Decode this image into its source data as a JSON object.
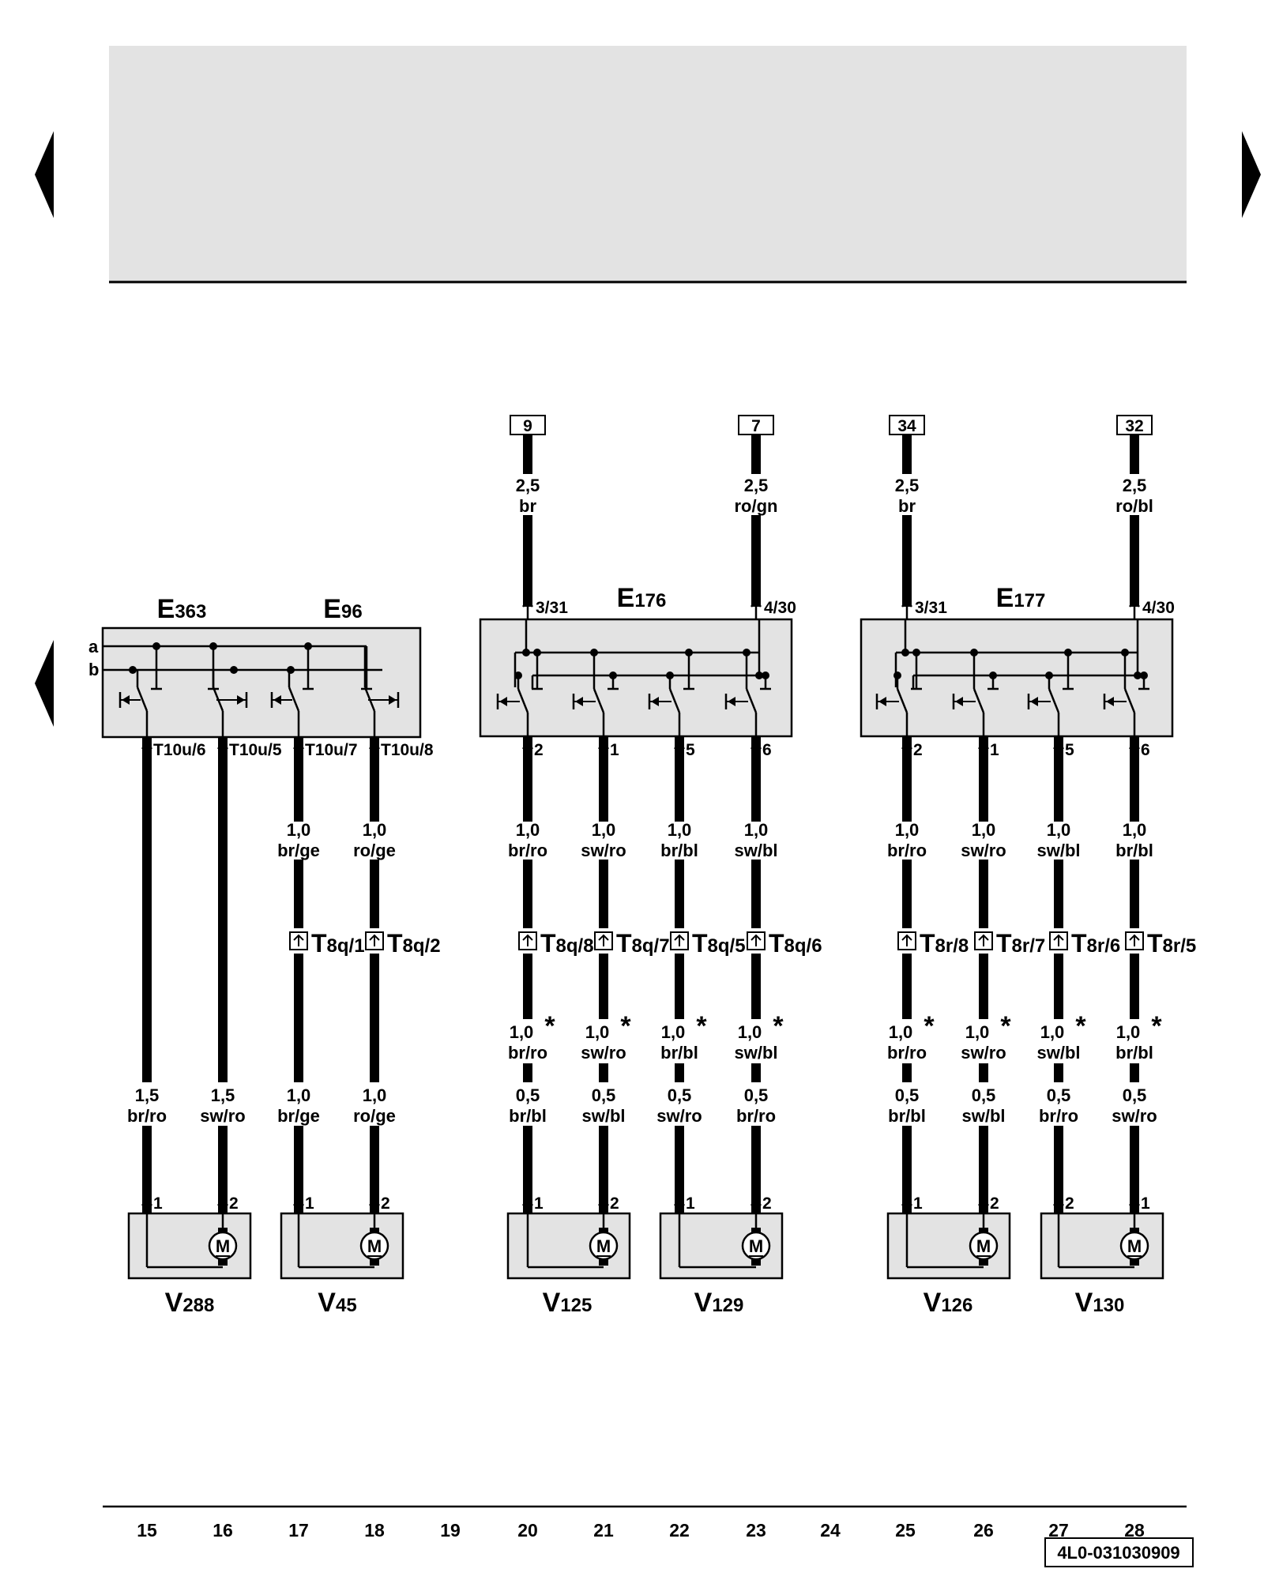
{
  "document_id": "4L0-031030909",
  "column_numbers": [
    "15",
    "16",
    "17",
    "18",
    "19",
    "20",
    "21",
    "22",
    "23",
    "24",
    "25",
    "26",
    "27",
    "28"
  ],
  "bus_labels": [
    "a",
    "b"
  ],
  "refs": [
    "9",
    "7",
    "34",
    "32"
  ],
  "switch_blocks": [
    {
      "id": "E363-E96",
      "labels": [
        {
          "main": "E",
          "sub": "363"
        },
        {
          "main": "E",
          "sub": "96"
        }
      ],
      "bottom_pins": [
        "T10u/6",
        "T10u/5",
        "T10u/7",
        "T10u/8"
      ]
    },
    {
      "id": "E176",
      "labels": [
        {
          "main": "E",
          "sub": "176"
        }
      ],
      "top_pins": [
        "3/31",
        "4/30"
      ],
      "bottom_pins": [
        "2",
        "1",
        "5",
        "6"
      ]
    },
    {
      "id": "E177",
      "labels": [
        {
          "main": "E",
          "sub": "177"
        }
      ],
      "top_pins": [
        "3/31",
        "4/30"
      ],
      "bottom_pins": [
        "2",
        "1",
        "5",
        "6"
      ]
    }
  ],
  "top_wires": [
    {
      "size": "2,5",
      "color": "br"
    },
    {
      "size": "2,5",
      "color": "ro/gn"
    },
    {
      "size": "2,5",
      "color": "br"
    },
    {
      "size": "2,5",
      "color": "ro/bl"
    }
  ],
  "wires": [
    {
      "upper": {
        "size": "1,5",
        "color": "br/ro"
      }
    },
    {
      "upper": {
        "size": "1,5",
        "color": "sw/ro"
      }
    },
    {
      "upper": {
        "size": "1,0",
        "color": "br/ge"
      },
      "connector": {
        "main": "T",
        "sub": "8q/1"
      },
      "lower": {
        "size": "1,0",
        "color": "br/ge"
      }
    },
    {
      "upper": {
        "size": "1,0",
        "color": "ro/ge"
      },
      "connector": {
        "main": "T",
        "sub": "8q/2"
      },
      "lower": {
        "size": "1,0",
        "color": "ro/ge"
      }
    },
    {
      "upper": {
        "size": "1,0",
        "color": "br/ro"
      },
      "connector": {
        "main": "T",
        "sub": "8q/8"
      },
      "mid": {
        "size": "1,0",
        "color": "br/ro"
      },
      "lower": {
        "size": "0,5",
        "color": "br/bl"
      }
    },
    {
      "upper": {
        "size": "1,0",
        "color": "sw/ro"
      },
      "connector": {
        "main": "T",
        "sub": "8q/7"
      },
      "mid": {
        "size": "1,0",
        "color": "sw/ro"
      },
      "lower": {
        "size": "0,5",
        "color": "sw/bl"
      }
    },
    {
      "upper": {
        "size": "1,0",
        "color": "br/bl"
      },
      "connector": {
        "main": "T",
        "sub": "8q/5"
      },
      "mid": {
        "size": "1,0",
        "color": "br/bl"
      },
      "lower": {
        "size": "0,5",
        "color": "sw/ro"
      }
    },
    {
      "upper": {
        "size": "1,0",
        "color": "sw/bl"
      },
      "connector": {
        "main": "T",
        "sub": "8q/6"
      },
      "mid": {
        "size": "1,0",
        "color": "sw/bl"
      },
      "lower": {
        "size": "0,5",
        "color": "br/ro"
      }
    },
    {
      "upper": {
        "size": "1,0",
        "color": "br/ro"
      },
      "connector": {
        "main": "T",
        "sub": "8r/8"
      },
      "mid": {
        "size": "1,0",
        "color": "br/ro"
      },
      "lower": {
        "size": "0,5",
        "color": "br/bl"
      }
    },
    {
      "upper": {
        "size": "1,0",
        "color": "sw/ro"
      },
      "connector": {
        "main": "T",
        "sub": "8r/7"
      },
      "mid": {
        "size": "1,0",
        "color": "sw/ro"
      },
      "lower": {
        "size": "0,5",
        "color": "sw/bl"
      }
    },
    {
      "upper": {
        "size": "1,0",
        "color": "sw/bl"
      },
      "connector": {
        "main": "T",
        "sub": "8r/6"
      },
      "mid": {
        "size": "1,0",
        "color": "sw/bl"
      },
      "lower": {
        "size": "0,5",
        "color": "br/ro"
      }
    },
    {
      "upper": {
        "size": "1,0",
        "color": "br/bl"
      },
      "connector": {
        "main": "T",
        "sub": "8r/5"
      },
      "mid": {
        "size": "1,0",
        "color": "br/bl"
      },
      "lower": {
        "size": "0,5",
        "color": "sw/ro"
      }
    }
  ],
  "mid_marker": "*",
  "motors": [
    {
      "main": "V",
      "sub": "288",
      "pins": [
        "1",
        "2"
      ]
    },
    {
      "main": "V",
      "sub": "45",
      "pins": [
        "1",
        "2"
      ]
    },
    {
      "main": "V",
      "sub": "125",
      "pins": [
        "1",
        "2"
      ]
    },
    {
      "main": "V",
      "sub": "129",
      "pins": [
        "1",
        "2"
      ]
    },
    {
      "main": "V",
      "sub": "126",
      "pins": [
        "1",
        "2"
      ]
    },
    {
      "main": "V",
      "sub": "130",
      "pins": [
        "2",
        "1"
      ]
    }
  ],
  "motor_symbol": "M",
  "colors": {
    "component_fill": "#e3e3e3",
    "header_fill": "#e3e3e3",
    "line": "#000000"
  }
}
